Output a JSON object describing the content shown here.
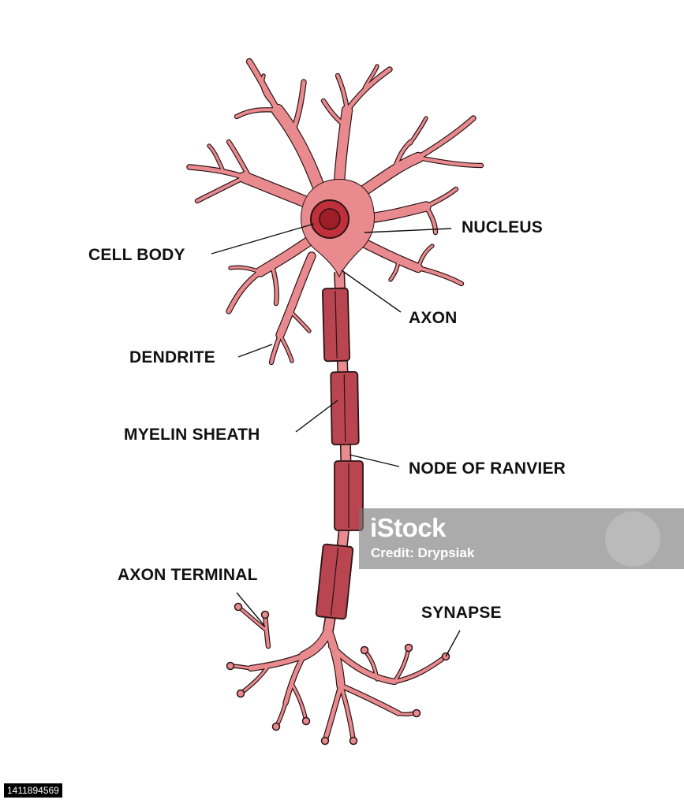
{
  "labels": {
    "nucleus": "NUCLEUS",
    "cell_body": "CELL BODY",
    "axon": "AXON",
    "dendrite": "DENDRITE",
    "myelin_sheath": "MYELIN SHEATH",
    "node_of_ranvier": "NODE OF RANVIER",
    "axon_terminal": "AXON TERMINAL",
    "synapse": "SYNAPSE"
  },
  "watermark": {
    "logo": "iStock",
    "credit": "Credit: Drypsiak"
  },
  "stock_id": "1411894569",
  "colors": {
    "cell_fill": "#E98A8F",
    "outline": "#2a1414",
    "sheath_fill": "#B8454F",
    "nucleus_outer": "#C0303A",
    "nucleus_inner": "#9E1E28"
  }
}
